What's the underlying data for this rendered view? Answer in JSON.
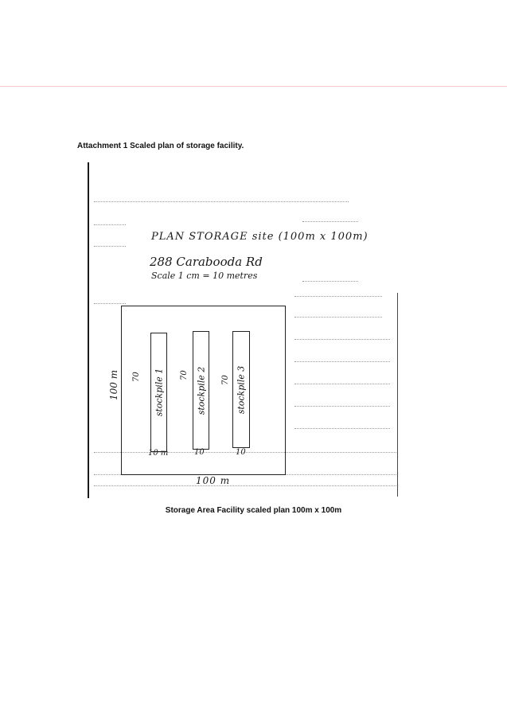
{
  "document": {
    "header": "Attachment 1 Scaled plan of storage facility.",
    "caption": "Storage Area Facility scaled plan 100m x 100m"
  },
  "plan": {
    "title": "PLAN STORAGE site (100m x 100m)",
    "address": "288 Carabooda Rd",
    "scale": "Scale 1 cm = 10 metres",
    "site_width_label": "100 m",
    "site_height_label": "100 m",
    "stockpiles": [
      {
        "label": "stockpile 1",
        "length_label": "70",
        "width_label": "10 m"
      },
      {
        "label": "stockpile 2",
        "length_label": "70",
        "width_label": "10"
      },
      {
        "label": "stockpile 3",
        "length_label": "70",
        "width_label": "10"
      }
    ]
  }
}
